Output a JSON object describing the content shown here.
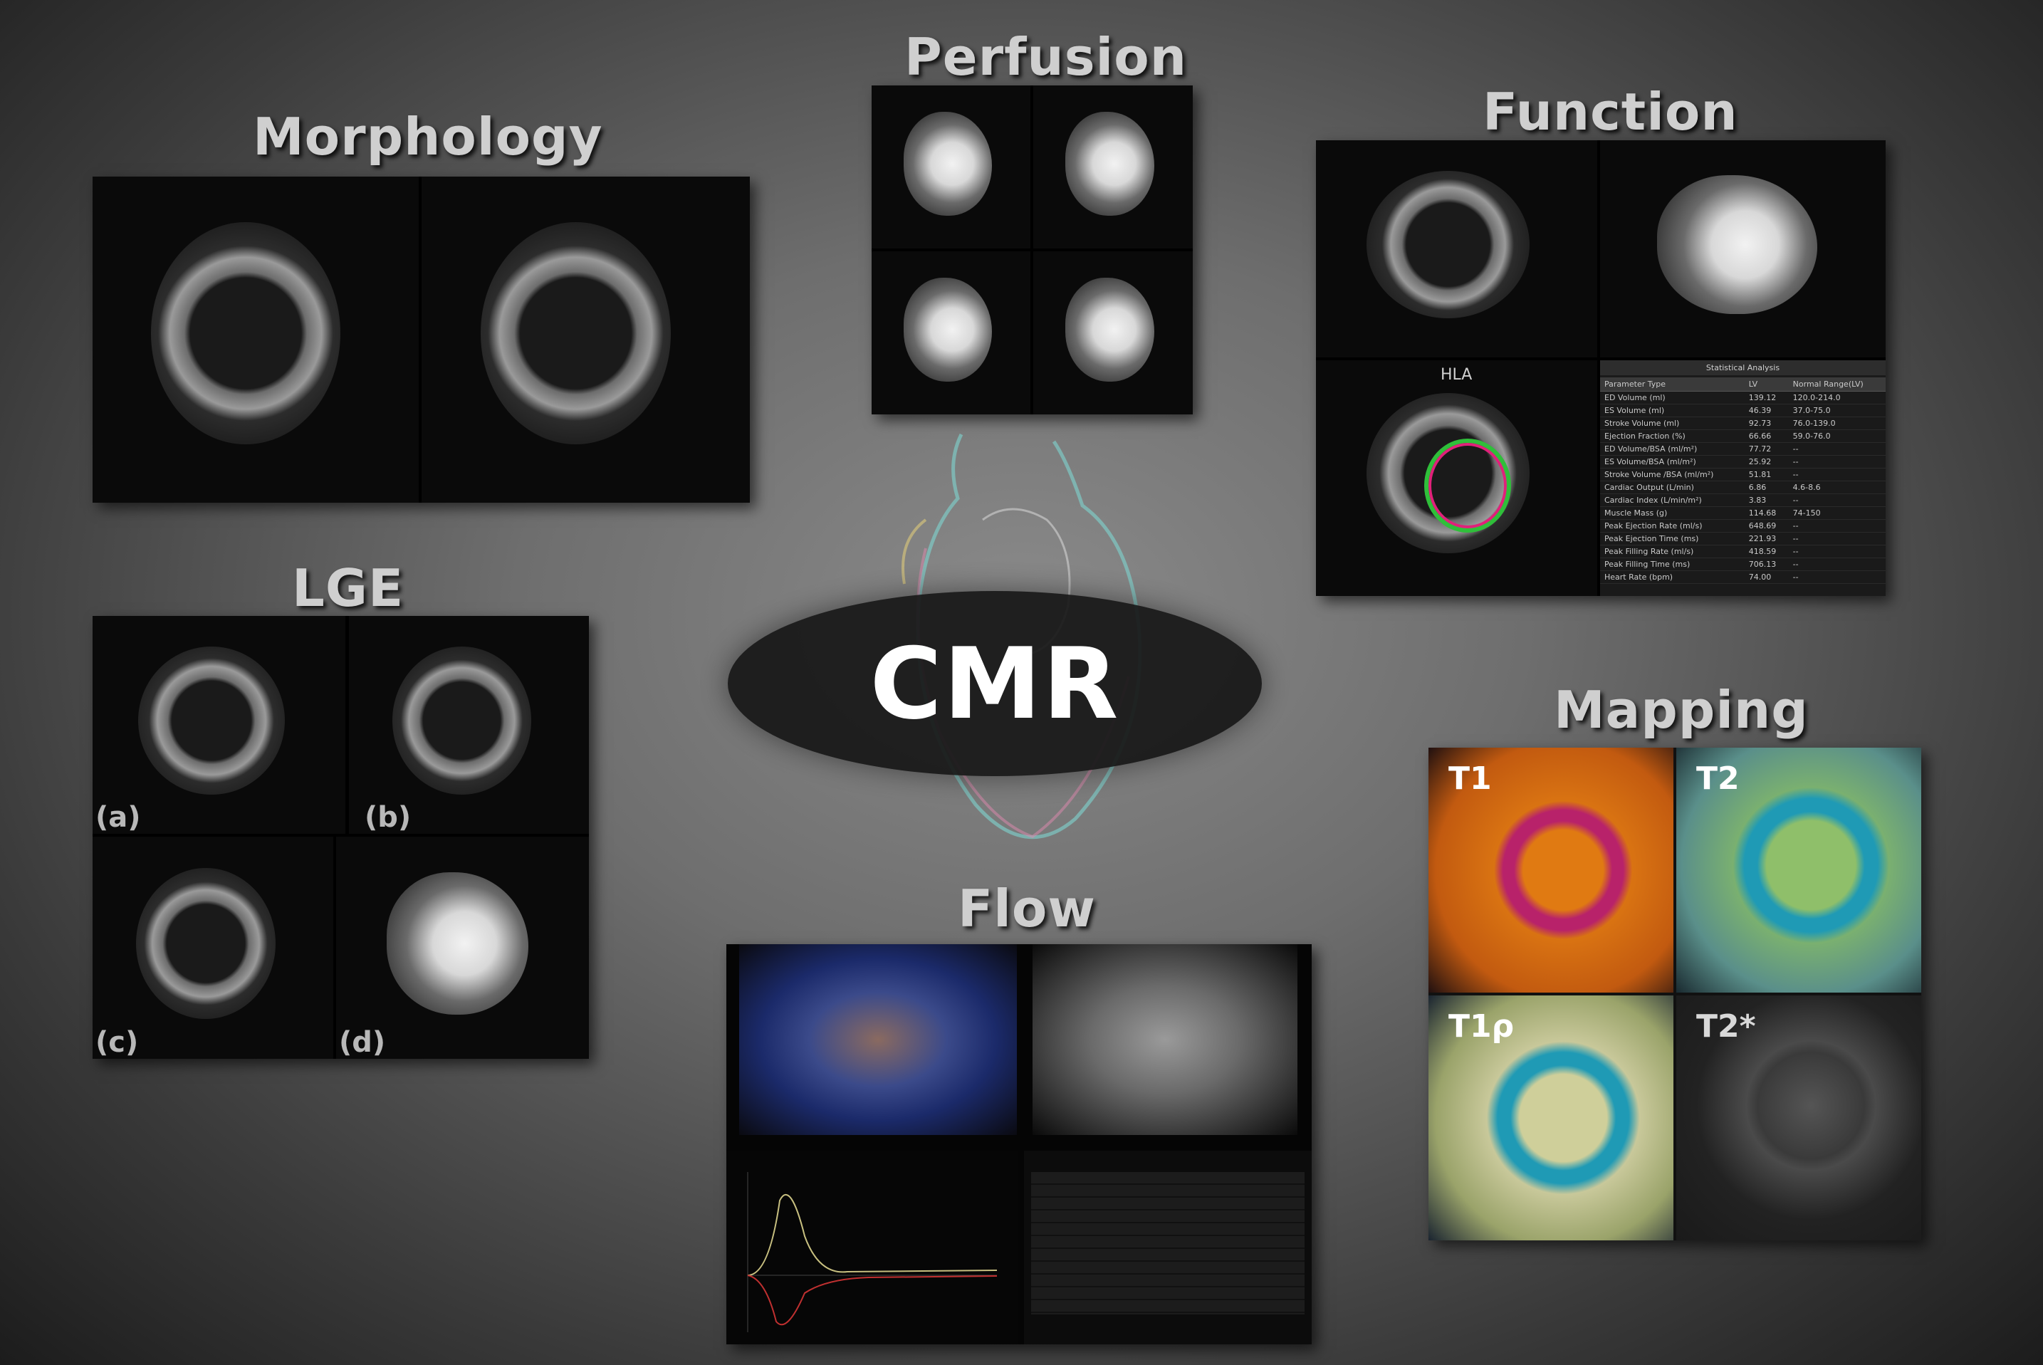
{
  "center": {
    "label": "CMR"
  },
  "sections": {
    "morphology": {
      "title": "Morphology"
    },
    "perfusion": {
      "title": "Perfusion"
    },
    "function": {
      "title": "Function",
      "hla_label": "HLA",
      "stats": {
        "title": "Statistical Analysis",
        "columns": [
          "Parameter Type",
          "LV",
          "Normal Range(LV)"
        ],
        "rows": [
          [
            "ED Volume (ml)",
            "139.12",
            "120.0-214.0"
          ],
          [
            "ES Volume (ml)",
            "46.39",
            "37.0-75.0"
          ],
          [
            "Stroke Volume (ml)",
            "92.73",
            "76.0-139.0"
          ],
          [
            "Ejection Fraction (%)",
            "66.66",
            "59.0-76.0"
          ],
          [
            "ED Volume/BSA (ml/m²)",
            "77.72",
            "--"
          ],
          [
            "ES Volume/BSA (ml/m²)",
            "25.92",
            "--"
          ],
          [
            "Stroke Volume /BSA (ml/m²)",
            "51.81",
            "--"
          ],
          [
            "Cardiac Output (L/min)",
            "6.86",
            "4.6-8.6"
          ],
          [
            "Cardiac Index (L/min/m²)",
            "3.83",
            "--"
          ],
          [
            "Muscle Mass (g)",
            "114.68",
            "74-150"
          ],
          [
            "Peak Ejection Rate (ml/s)",
            "648.69",
            "--"
          ],
          [
            "Peak Ejection Time (ms)",
            "221.93",
            "--"
          ],
          [
            "Peak Filling Rate (ml/s)",
            "418.59",
            "--"
          ],
          [
            "Peak Filling Time (ms)",
            "706.13",
            "--"
          ],
          [
            "Heart Rate (bpm)",
            "74.00",
            "--"
          ]
        ]
      }
    },
    "lge": {
      "title": "LGE",
      "panels": [
        "(a)",
        "(b)",
        "(c)",
        "(d)"
      ]
    },
    "mapping": {
      "title": "Mapping",
      "panels": [
        "T1",
        "T2",
        "T1ρ",
        "T2*"
      ]
    },
    "flow": {
      "title": "Flow"
    }
  }
}
